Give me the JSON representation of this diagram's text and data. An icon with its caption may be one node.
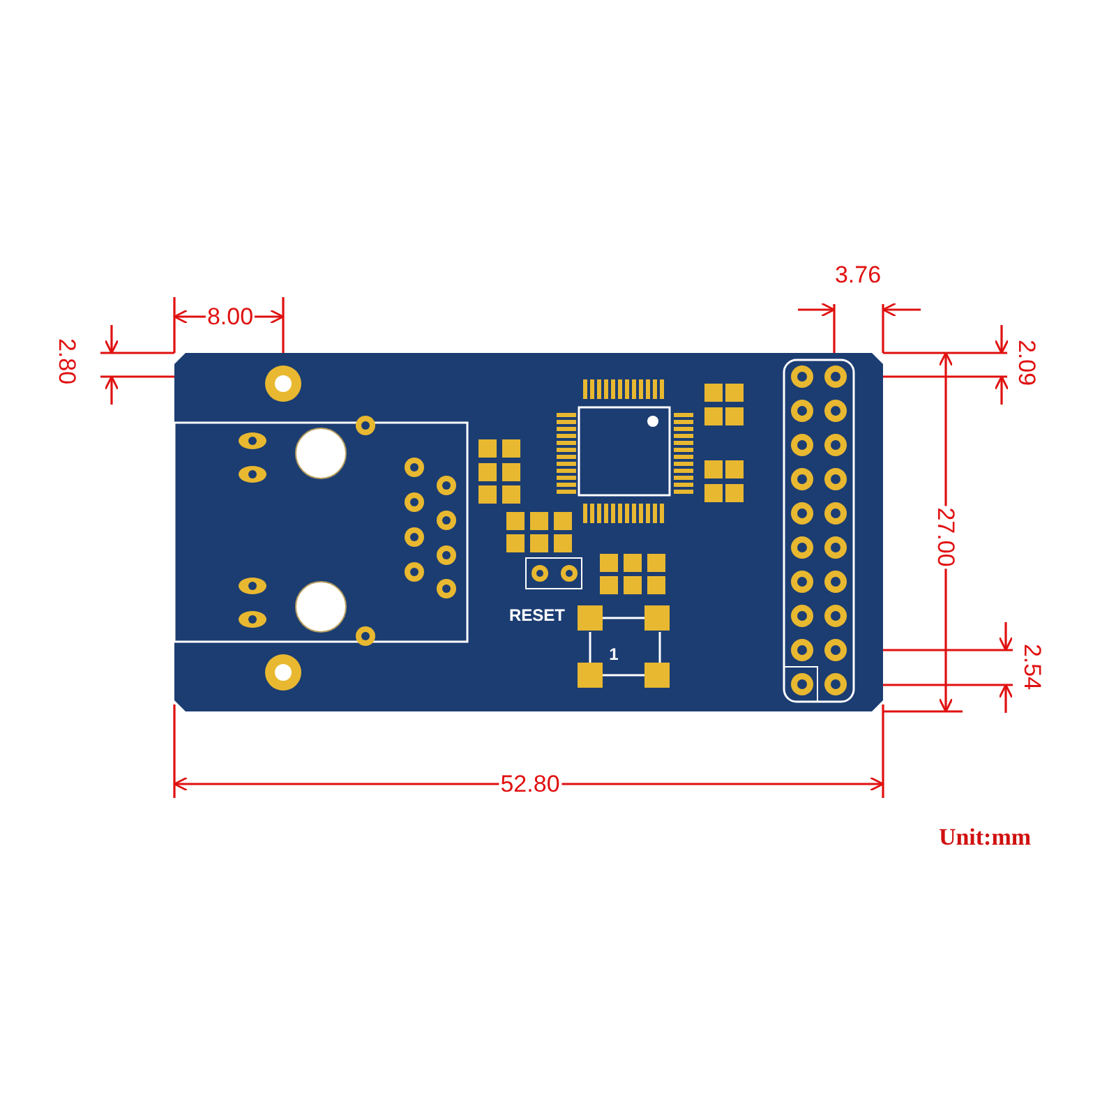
{
  "diagram": {
    "labels": [
      "3.76",
      "8.00",
      "2.09",
      "2.80",
      "27.00",
      "RESET",
      "1",
      "2.54",
      "52.80",
      "Unit:mm"
    ]
  }
}
